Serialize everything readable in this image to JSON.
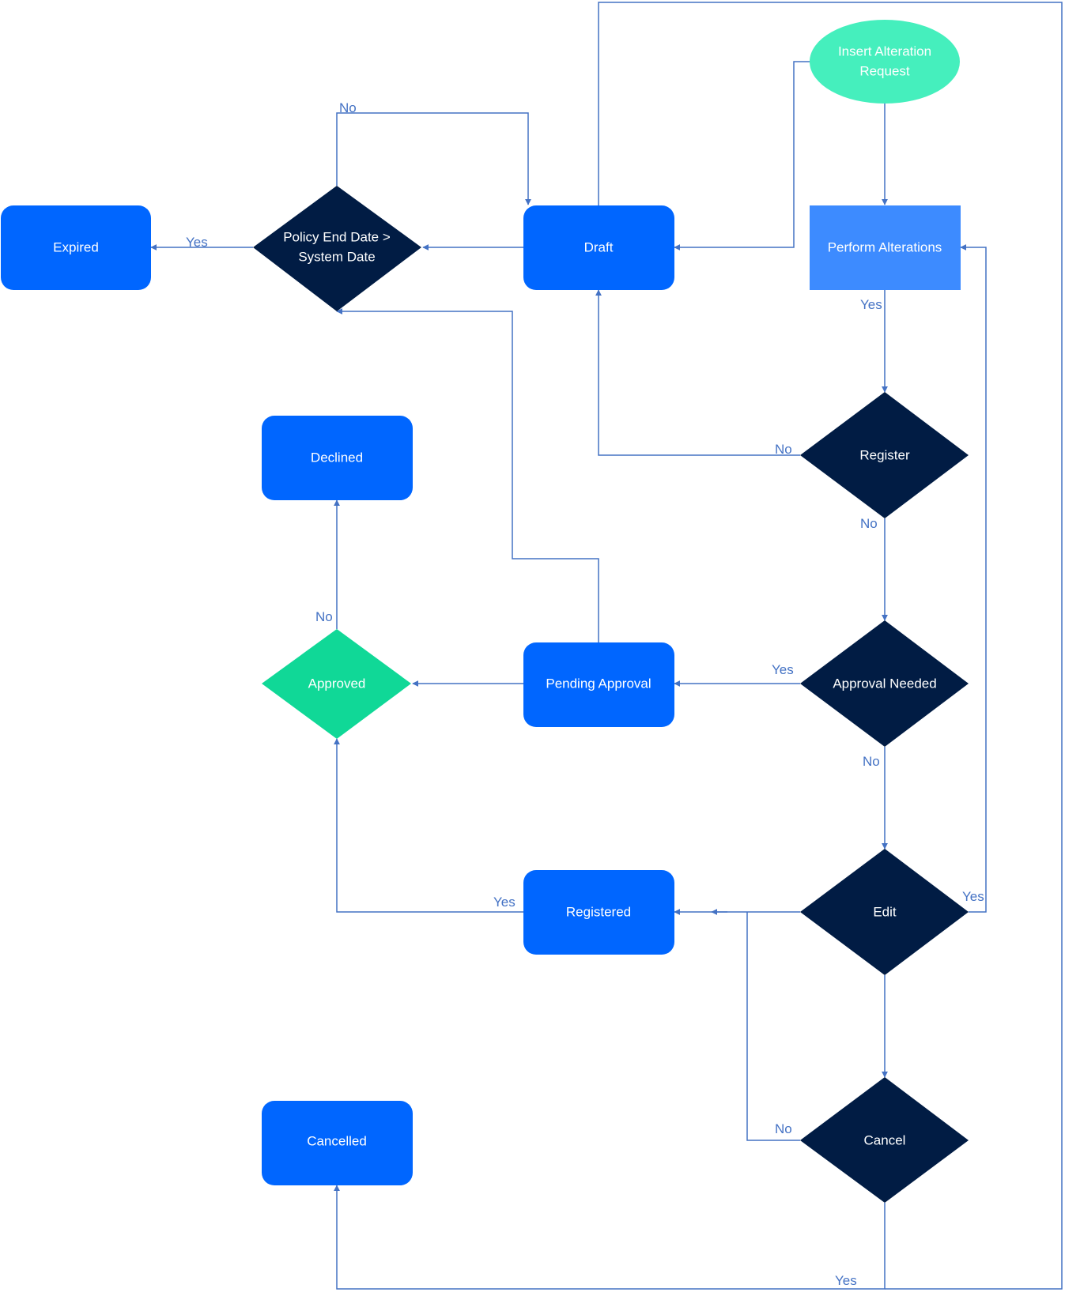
{
  "colors": {
    "state_box": "#0066ff",
    "action_box": "#3d8bff",
    "decision": "#011c44",
    "approved": "#10d897",
    "start": "#45efbd",
    "connector": "#4472c4",
    "label": "#4472c4",
    "node_text": "#ffffff"
  },
  "nodes": {
    "start": "Insert Alteration Request",
    "draft": "Draft",
    "expired": "Expired",
    "policy_check": "Policy End Date > System Date",
    "perform": "Perform Alterations",
    "register": "Register",
    "declined": "Declined",
    "approved": "Approved",
    "pending": "Pending Approval",
    "approval_needed": "Approval Needed",
    "registered": "Registered",
    "edit": "Edit",
    "cancelled": "Cancelled",
    "cancel": "Cancel"
  },
  "edge_labels": {
    "policy_no": "No",
    "policy_yes": "Yes",
    "perform_yes": "Yes",
    "register_no_left": "No",
    "register_no_down": "No",
    "approval_yes": "Yes",
    "approval_no": "No",
    "approved_no": "No",
    "edit_yes": "Yes",
    "registered_yes": "Yes",
    "cancel_no": "No",
    "cancel_yes": "Yes"
  }
}
